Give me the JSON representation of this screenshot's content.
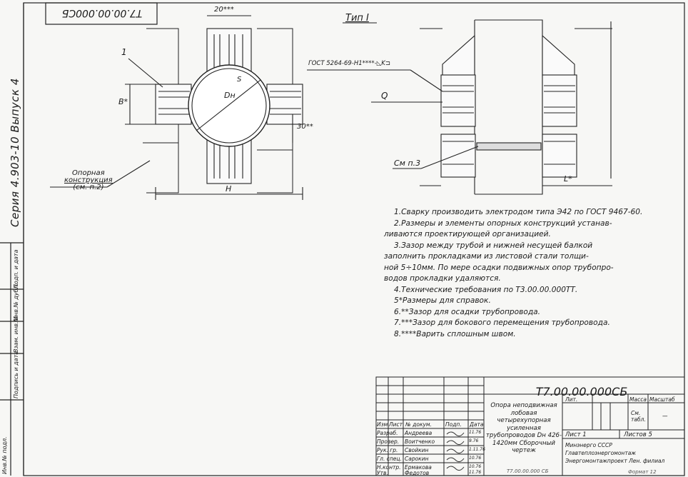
{
  "doc_code_top": "Т7.00.00.000СБ",
  "series_label": "Серия 4.903-10  Выпуск 4",
  "margin_cells": [
    "Инв.№ подл.",
    "Подпись и дата",
    "Взам. инв.№",
    "Инв.№ дубл.",
    "Подп. и дата"
  ],
  "type_title": "Тип I",
  "leader_1": "1",
  "dim_20": "20***",
  "dim_S": "S",
  "dim_Dn": "Dн",
  "dim_B": "B*",
  "dim_30": "30**",
  "dim_H": "H",
  "label_support_1": "Опорная",
  "label_support_2": "конструкция",
  "label_support_3": "(см. п.2)",
  "gost_label": "ГОСТ 5264-69-Н1****-◺K⊐",
  "label_Q": "Q",
  "label_see3": "См п.3",
  "label_L": "L*",
  "notes": [
    "1.Сварку производить электродом типа Э42 по ГОСТ 9467-60.",
    "2.Размеры и элементы опорных конструкций устанав-",
    "ливаются проектирующей организацией.",
    "3.Зазор между трубой и нижней несущей балкой",
    "заполнить прокладками из листовой стали толщи-",
    "ной 5÷10мм. По мере осадки подвижных опор трубопро-",
    "водов прокладки удаляются.",
    "4.Технические требования по Т3.00.00.000ТТ.",
    "5*Размеры для справок.",
    "6.**Зазор для осадки трубопровода.",
    "7.***Зазор для бокового перемещения трубопровода.",
    "8.****Варить сплошным швом."
  ],
  "title_block": {
    "doc_code": "Т7.00.00.000СБ",
    "name": "Опора неподвижная лобовая четырехупорная усиленная трубопроводов Dн 426-1420мм Сборочный чертеж",
    "lit_header": "Лит.",
    "mass_header": "Масса",
    "scale_header": "Масштаб",
    "mass_value": "См. табл.",
    "scale_value": "—",
    "sheet": "Лист 1",
    "sheets": "Листов 5",
    "org": "Минэнерго СССР Главтеплоэнергомонтаж Энергомонтажпроект Лен. филиал",
    "col_headers": [
      "Изм",
      "Лист",
      "№ докум.",
      "Подп.",
      "Дата"
    ],
    "roles": [
      "Разраб.",
      "Провер.",
      "Рук. гр.",
      "Гл. спец.",
      "Н.контр.",
      "Утв."
    ],
    "persons": [
      "Андреева",
      "Воитченко",
      "Свойкин",
      "Сарокин",
      "Ермакова",
      "Федотов"
    ],
    "dates": [
      "11.76",
      "9.76",
      "1.11.76",
      "10.76",
      "10.76",
      "11.76"
    ]
  },
  "bottom_format": "Формат 12",
  "bottom_code": "Т7.00.00.000 СБ"
}
